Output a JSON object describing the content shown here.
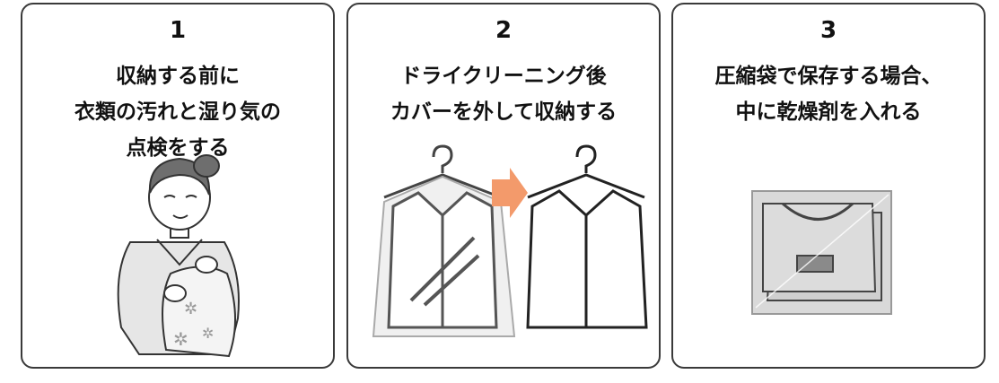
{
  "steps": [
    {
      "number": "1",
      "lines": [
        "収納する前に",
        "衣類の汚れと湿り気の",
        "点検をする"
      ]
    },
    {
      "number": "2",
      "lines": [
        "ドライクリーニング後",
        "カバーを外して収納する"
      ]
    },
    {
      "number": "3",
      "lines": [
        "圧縮袋で保存する場合、",
        "中に乾燥剤を入れる"
      ]
    }
  ],
  "colors": {
    "border": "#3a3a3a",
    "arrow": "#f39a6b",
    "bag": "#d9d9d9"
  }
}
